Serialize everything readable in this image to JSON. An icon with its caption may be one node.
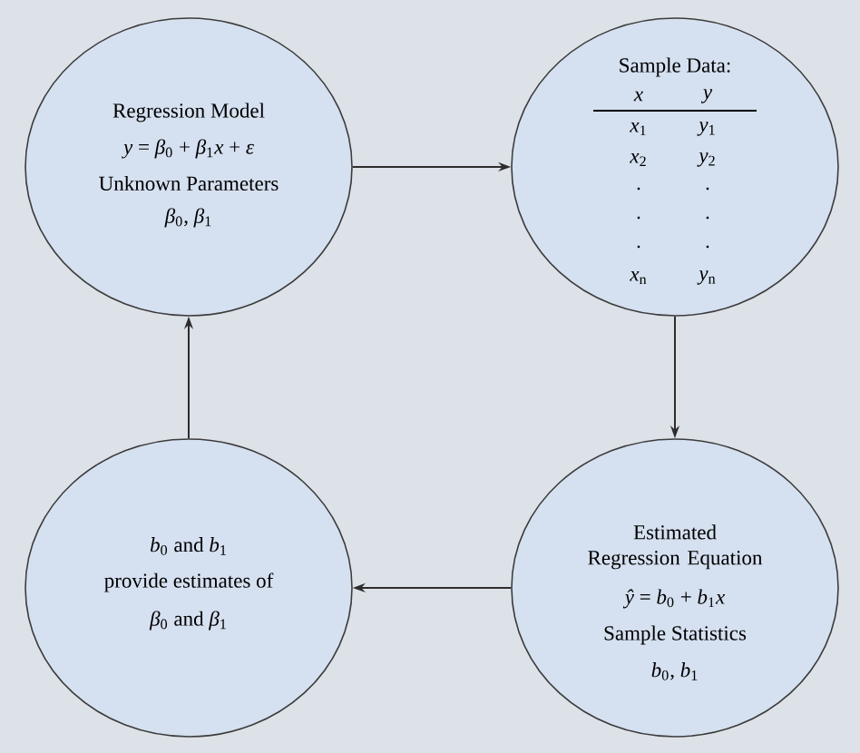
{
  "diagram": {
    "nodes": [
      {
        "text": [
          "Regression Model",
          "*y* = *β*$_{0}$ + *β*$_{1}$*x* + *ε*",
          "Unknown Parameters",
          "*β*$_{0}$, *β*$_{1}$"
        ]
      },
      {
        "text": [
          "Sample Data:",
          "*x*",
          "*y*",
          "*x*$_{1}$",
          "*y*$_{1}$",
          "*x*$_{2}$",
          "*y*$_{2}$",
          ".",
          ".",
          ".",
          ".",
          ".",
          ".",
          "*x*$_{n}$",
          "*y*$_{n}$"
        ]
      },
      {
        "text": [
          "*b*$_{0}$ and *b*$_{1}$",
          "provide estimates of",
          "*β*$_{0}$ and *β*$_{1}$"
        ]
      },
      {
        "text": [
          "Estimated Regression Equation",
          "*ŷ* = *b*$_{0}$ + *b*$_{1}$*x*",
          "Sample Statistics",
          "*b*$_{0}$, *b*$_{1}$"
        ]
      }
    ],
    "edges": [
      {
        "from": 0,
        "to": 1,
        "arrow": "to"
      },
      {
        "from": 1,
        "to": 3,
        "arrow": "to"
      },
      {
        "from": 3,
        "to": 2,
        "arrow": "to"
      },
      {
        "from": 2,
        "to": 0,
        "arrow": "to"
      }
    ]
  }
}
